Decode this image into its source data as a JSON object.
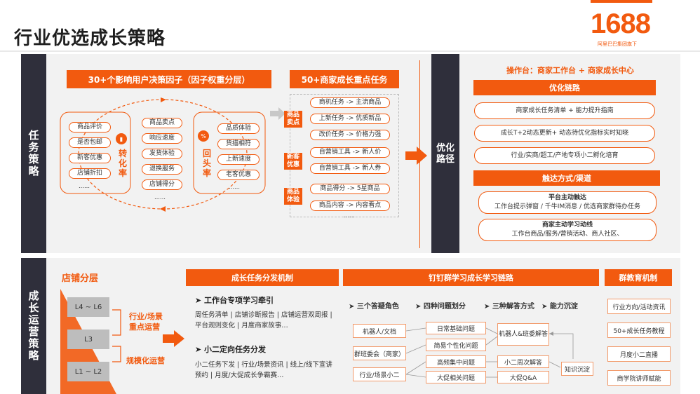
{
  "title": "行业优选成长策略",
  "logo": {
    "brand": "1688",
    "sub": "阿里巴巴集团旗下"
  },
  "top": {
    "side_label": "任务策略",
    "factors_header": "30+个影响用户决策因子（因子权重分层）",
    "left_items": [
      "商品评价",
      "是否包邮",
      "新客优惠",
      "店铺折扣"
    ],
    "left_more": "……",
    "left_rate": "转化率",
    "center_items": [
      "商品卖点",
      "响应速度",
      "发货体验",
      "退换服务",
      "店铺得分"
    ],
    "center_more": "……",
    "right_items": [
      "品质体验",
      "货描相符",
      "上新速度",
      "老客优惠"
    ],
    "right_more": "……",
    "right_rate": "回头率",
    "tasks_header": "50+商家成长重点任务",
    "groups": [
      {
        "tag": "商品卖点",
        "tasks": [
          "商机任务 -> 主流商品",
          "上新任务 -> 优质新品",
          "改价任务 -> 价格力强"
        ]
      },
      {
        "tag": "新客优惠",
        "tasks": [
          "自营销工具 -> 新人价",
          "自营销工具 -> 新人券"
        ]
      },
      {
        "tag": "商品体验",
        "tasks": [
          "商品得分 -> 5星商品",
          "商品内容 -> 内容看点"
        ]
      }
    ],
    "tasks_more": "……",
    "opt_label": "优化路径",
    "workbench": "操作台：商家工作台 + 商家成长中心",
    "chain_header": "优化链路",
    "chain_items": [
      "商家成长任务清单 + 能力提升指南",
      "成长T+2动态更新+ 动态待优化指标实时知晓",
      "行业/实商/超工/产地专项小二孵化培育"
    ],
    "reach_header": "触达方式/渠道",
    "reach_items": [
      {
        "title": "平台主动触达",
        "desc": "工作台提示弹窗 / 千牛IM消息 / 优选商家群待办任务"
      },
      {
        "title": "商家主动学习动线",
        "desc": "工作台商品/服务/营销活动、商人社区、"
      }
    ]
  },
  "bottom": {
    "side_label": "成长运营策略",
    "layer_title": "店铺分层",
    "layers": [
      "L4 ~ L6",
      "L3",
      "L1 ~ L2"
    ],
    "layer_ops": [
      "行业/场景重点运营",
      "规模化运营"
    ],
    "dispatch_header": "成长任务分发机制",
    "dispatch_sections": [
      {
        "title": "工作台专项学习牵引",
        "body": "周任务清单 | 店铺诊断报告 | 店铺运营双周报 | 平台规则变化 | 月度商家故事…"
      },
      {
        "title": "小二定向任务分发",
        "body": "小二任务下发 | 行业/场景资讯 | 线上/线下宣讲预约 | 月度/大促成长争霸赛…"
      }
    ],
    "dingtalk_header": "钉钉群学习成长学习链路",
    "dingtalk_cols": [
      "三个答疑角色",
      "四种问题划分",
      "三种解答方式",
      "能力沉淀"
    ],
    "roles": [
      "机器人/文档",
      "群班委会（商家）",
      "行业/场景小二"
    ],
    "problems": [
      "日常基础问题",
      "简易个性化问题",
      "高频集中问题",
      "大促相关问题"
    ],
    "answers": [
      "机器人&班委解答",
      "小二周次解答",
      "大促Q&A"
    ],
    "knowledge": "知识沉淀",
    "group_header": "群教育机制",
    "group_items": [
      "行业方向/活动资讯",
      "50+成长任务教程",
      "月度小二直播",
      "商学院讲师赋能"
    ]
  }
}
